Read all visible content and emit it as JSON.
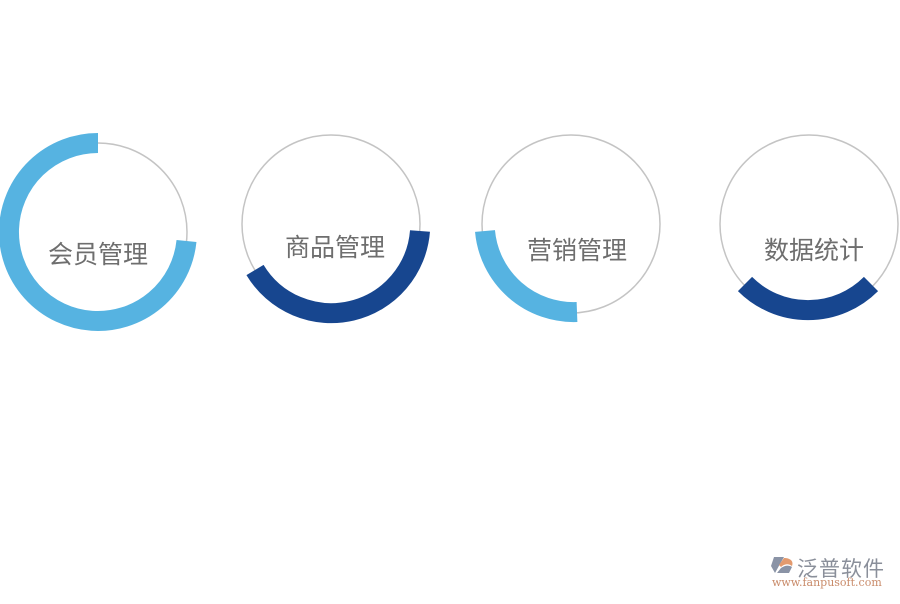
{
  "diagram": {
    "type": "progress-ring-modules",
    "colors": {
      "light_blue": "#56b3e1",
      "dark_blue": "#17468f",
      "ring_gray": "#c4c4c4",
      "label_gray": "#6e6e6e"
    },
    "modules": [
      {
        "label": "会员管理",
        "color": "light_blue"
      },
      {
        "label": "商品管理",
        "color": "dark_blue"
      },
      {
        "label": "营销管理",
        "color": "light_blue"
      },
      {
        "label": "数据统计",
        "color": "dark_blue"
      }
    ]
  },
  "logo": {
    "name": "泛普软件",
    "url": "www.fanpusoft.com"
  }
}
